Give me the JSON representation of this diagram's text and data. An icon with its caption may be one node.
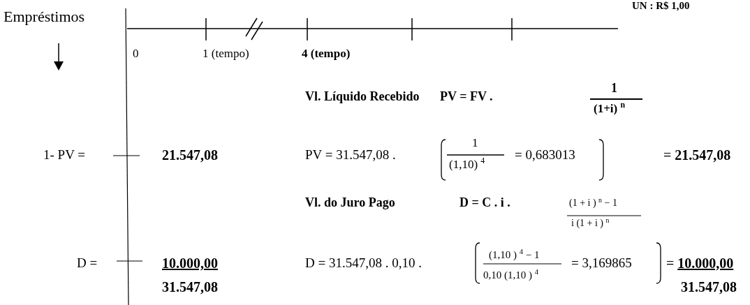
{
  "diagram": {
    "labels": [
      "UN : R$ 1,00",
      "Empréstimos",
      "0",
      "1 (tempo)",
      "4 (tempo)",
      "Vl. Líquido Recebido",
      "PV = FV .",
      "1",
      "(1+i) $^{n}$",
      "1- PV =",
      "21.547,08",
      "PV = 31.547,08 .",
      "1",
      "(1,10) $^{4}$",
      "= 0,683013",
      "= **21.547,08**",
      "Vl. do Juro Pago",
      "D = C . i .",
      "(1 + i ) $^{n}$ − 1",
      "i (1 + i ) $^{n}$",
      "D =",
      "10.000,00",
      "31.547,08",
      "D = 31.547,08 . 0,10 .",
      "(1,10 ) $^{4}$ − 1",
      "0,10 (1,10 ) $^{4}$",
      "= 3,169865",
      "= **10.000,00**",
      "31.547,08"
    ]
  }
}
